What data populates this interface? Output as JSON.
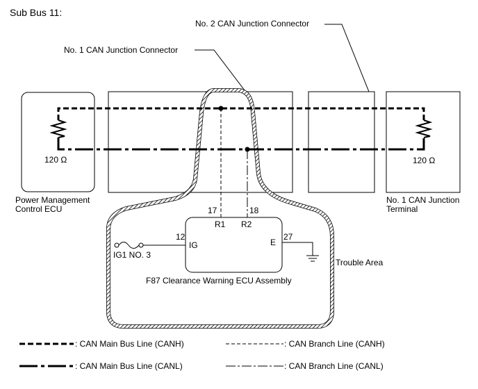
{
  "title": "Sub Bus 11:",
  "connectors": {
    "no1_jc": "No. 1 CAN Junction Connector",
    "no2_jc": "No. 2 CAN Junction Connector"
  },
  "components": {
    "left_ecu_line1": "Power Management",
    "left_ecu_line2": "Control ECU",
    "left_resistor": "120 Ω",
    "right_term_line1": "No. 1 CAN Junction",
    "right_term_line2": "Terminal",
    "right_resistor": "120 Ω"
  },
  "ecu": {
    "name": "F87  Clearance Warning ECU Assembly",
    "r1_label": "R1",
    "r2_label": "R2",
    "ig_label": "IG",
    "e_label": "E",
    "pin_r1": "17",
    "pin_r2": "18",
    "pin_ig": "12",
    "pin_e": "27",
    "fuse": "IG1 NO. 3"
  },
  "trouble_area": "Trouble Area",
  "legend": {
    "main_canh": ": CAN Main Bus Line (CANH)",
    "main_canl": ": CAN Main Bus Line (CANL)",
    "branch_canh": ": CAN Branch Line (CANH)",
    "branch_canl": ": CAN Branch Line (CANL)"
  }
}
